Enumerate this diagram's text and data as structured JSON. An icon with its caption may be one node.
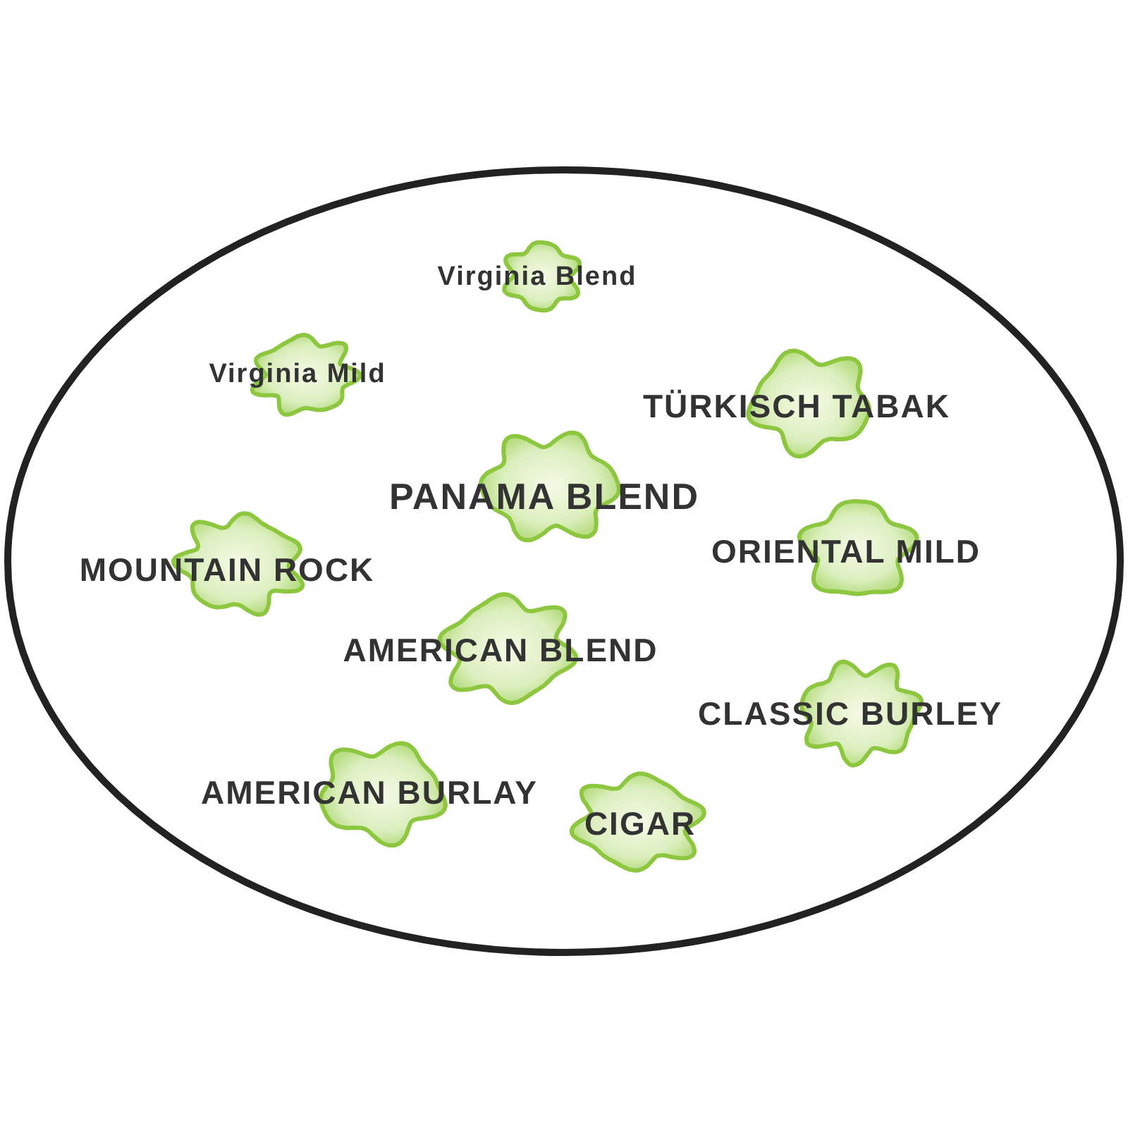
{
  "diagram": {
    "nodes": [
      {
        "text": [],
        "shape": "ellipse"
      },
      {
        "text": [
          "Virginia Blend"
        ],
        "in": 0
      },
      {
        "text": [
          "Virginia Mild"
        ],
        "in": 0
      },
      {
        "text": [
          "TÜRKISCH TABAK"
        ],
        "in": 0
      },
      {
        "text": [
          "PANAMA BLEND"
        ],
        "in": 0
      },
      {
        "text": [
          "MOUNTAIN ROCK"
        ],
        "in": 0
      },
      {
        "text": [
          "ORIENTAL MILD"
        ],
        "in": 0
      },
      {
        "text": [
          "AMERICAN BLEND"
        ],
        "in": 0
      },
      {
        "text": [
          "CLASSIC BURLEY"
        ],
        "in": 0
      },
      {
        "text": [
          "AMERICAN BURLAY"
        ],
        "in": 0
      },
      {
        "text": [
          "CIGAR"
        ],
        "in": 0
      }
    ]
  }
}
